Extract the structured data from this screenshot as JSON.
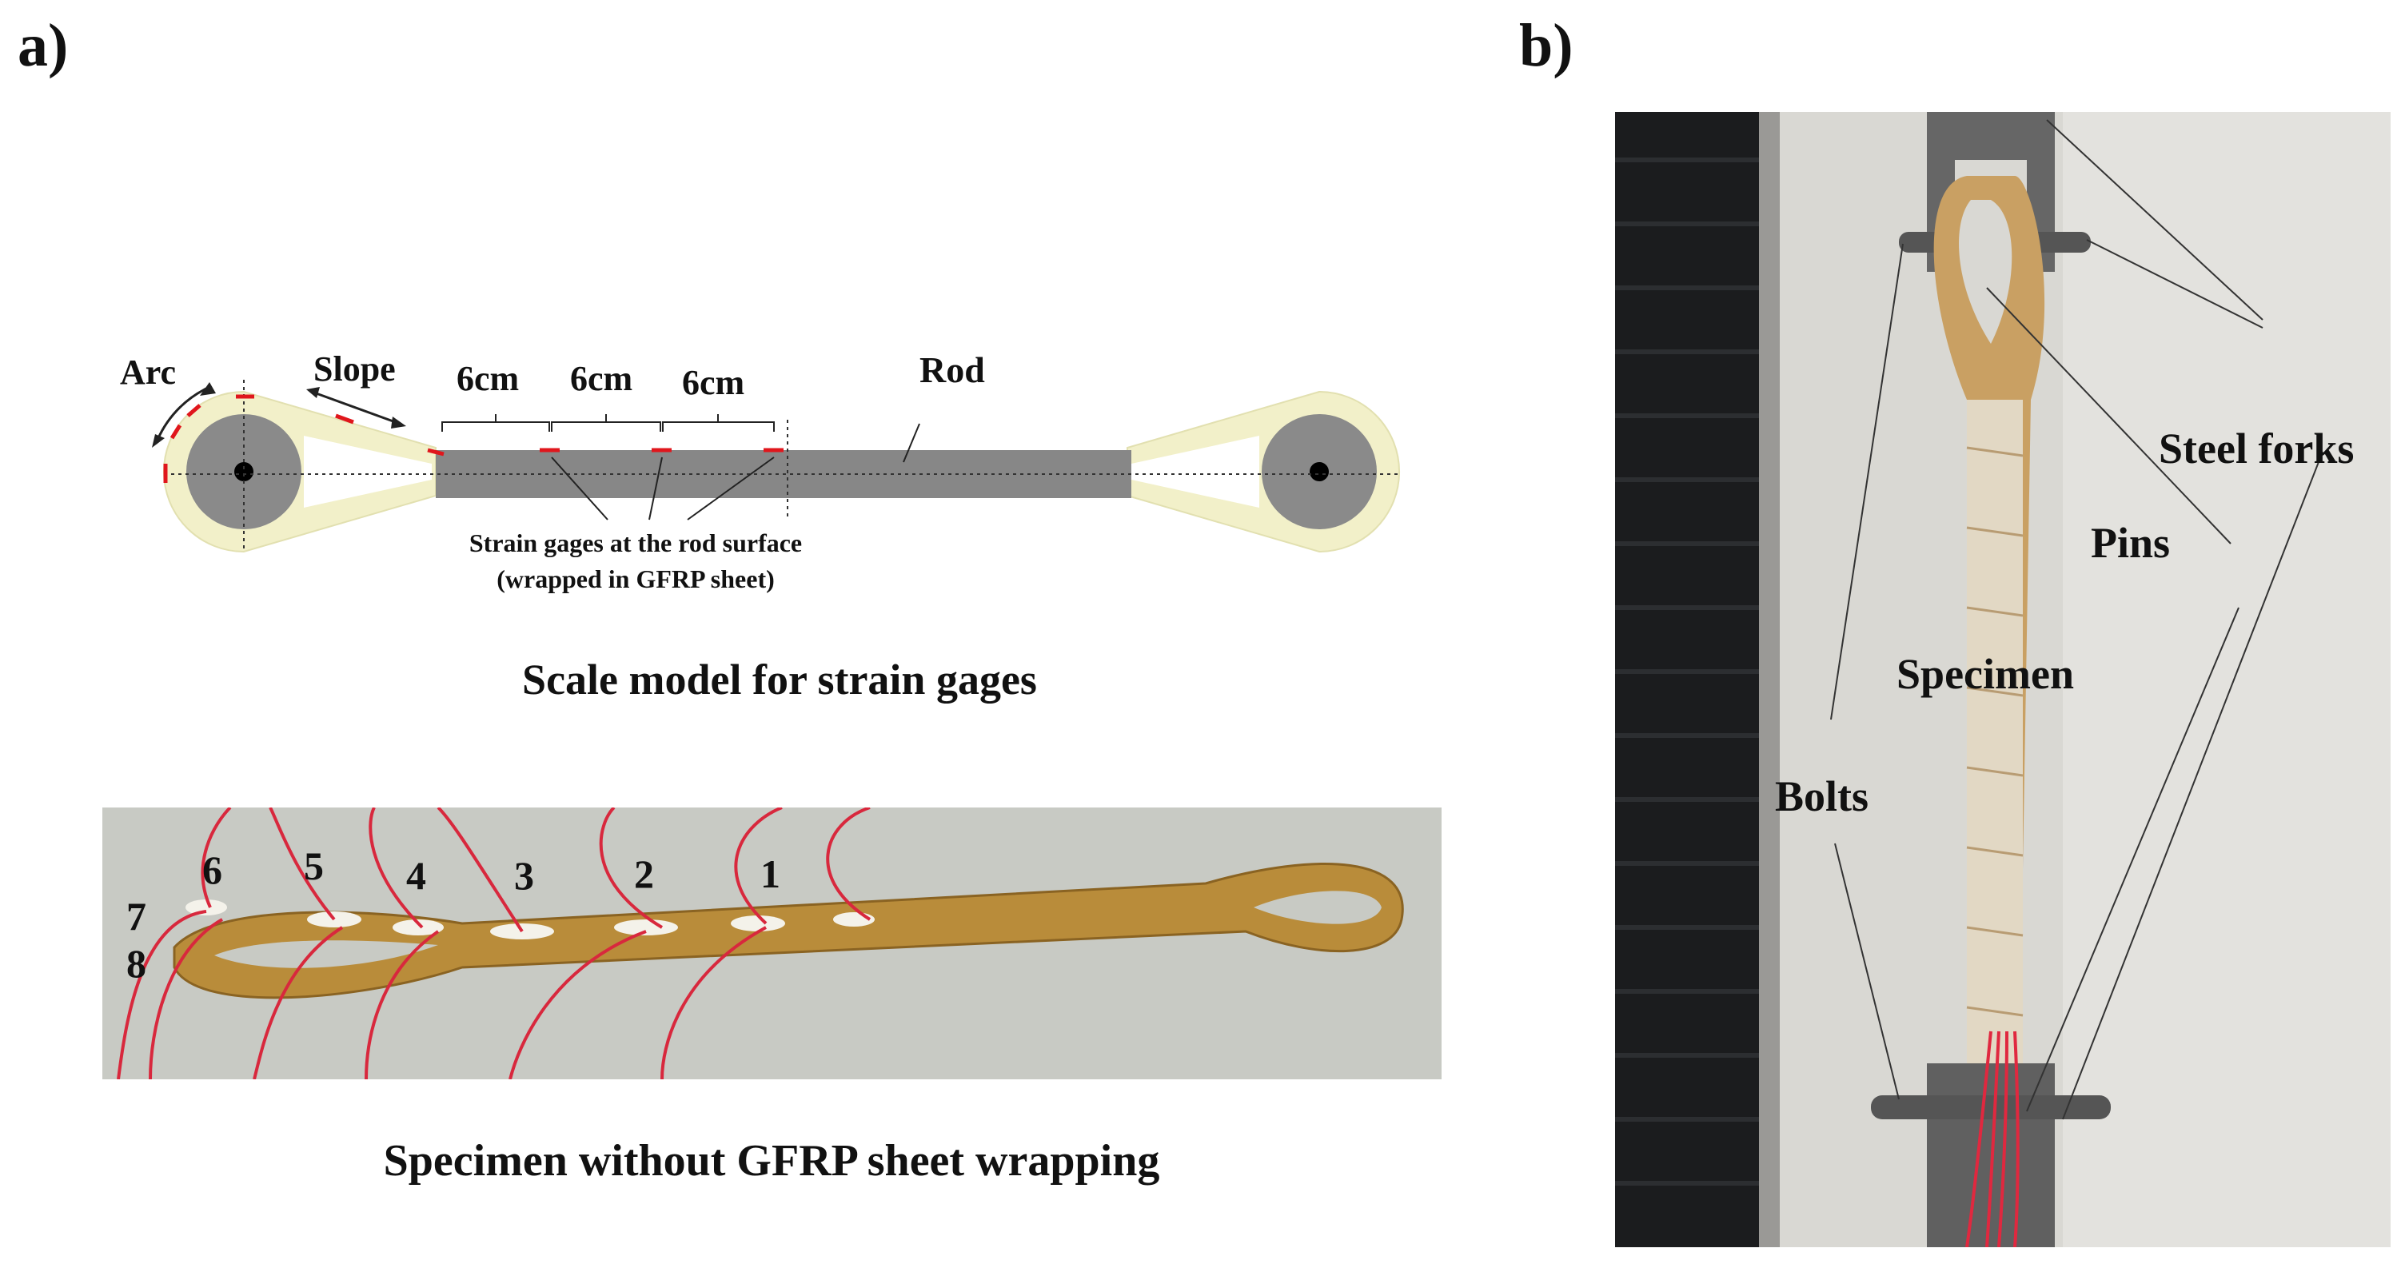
{
  "panel_a": {
    "label": "a)",
    "schematic": {
      "labels": {
        "arc": "Arc",
        "slope": "Slope",
        "spacing_1": "6cm",
        "spacing_2": "6cm",
        "spacing_3": "6cm",
        "rod": "Rod",
        "gages_line1": "Strain gages at the rod surface",
        "gages_line2": "(wrapped in GFRP sheet)"
      },
      "caption": "Scale model for strain gages",
      "colors": {
        "loop": "#f2f0c9",
        "rod": "#878787",
        "pin": "#8a8a8a",
        "gage": "#e0161c"
      }
    },
    "photo": {
      "gage_numbers": [
        "1",
        "2",
        "3",
        "4",
        "5",
        "6",
        "7",
        "8"
      ],
      "caption": "Specimen without GFRP sheet wrapping",
      "colors": {
        "specimen": "#b98c3a",
        "wires": "#d8283d",
        "background": "#c8cac4"
      }
    }
  },
  "panel_b": {
    "label": "b)",
    "callouts": {
      "steel_forks": "Steel forks",
      "pins": "Pins",
      "specimen": "Specimen",
      "bolts": "Bolts"
    },
    "colors": {
      "shutter": "#1b1c1e",
      "wall": "#d9d8d3",
      "steel": "#666666"
    }
  }
}
